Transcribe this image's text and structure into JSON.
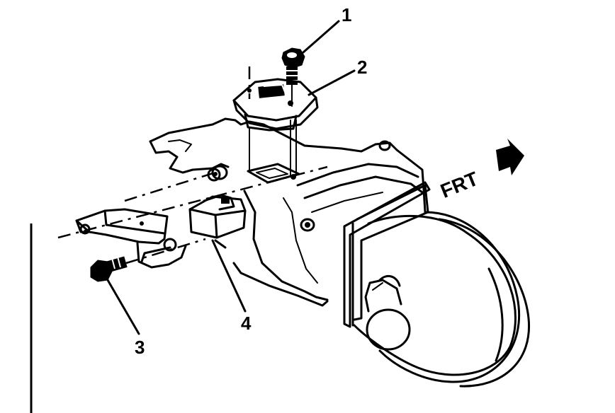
{
  "callouts": {
    "c1": "1",
    "c2": "2",
    "c3": "3",
    "c4": "4"
  },
  "direction_label": "FRT",
  "parts": {
    "p1": "bolt-icon",
    "p2": "relay-module",
    "p3": "bolt-icon",
    "p4": "connector-block"
  }
}
